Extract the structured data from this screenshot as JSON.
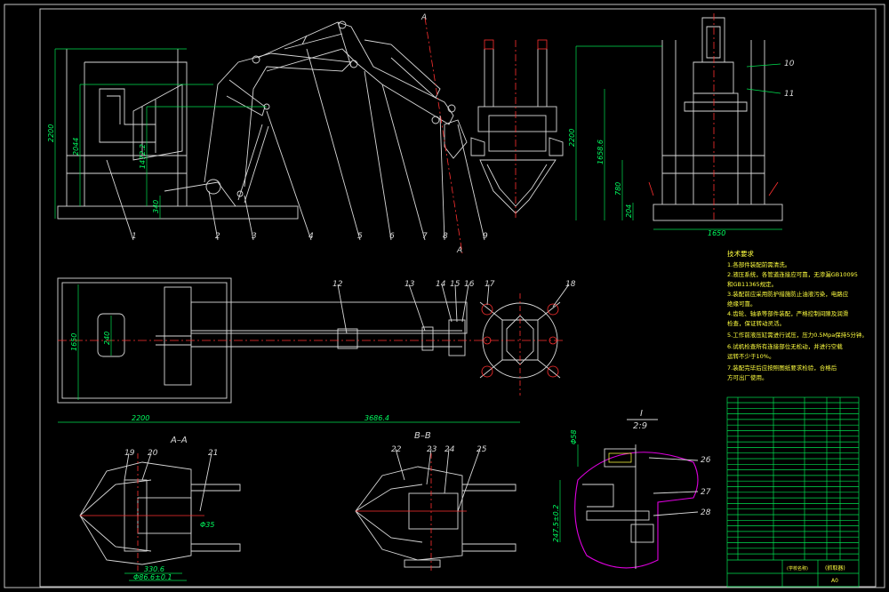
{
  "callouts": [
    "1",
    "2",
    "3",
    "4",
    "5",
    "6",
    "7",
    "8",
    "9",
    "10",
    "11",
    "12",
    "13",
    "14",
    "15",
    "16",
    "17",
    "18",
    "19",
    "20",
    "21",
    "22",
    "23",
    "24",
    "25",
    "26",
    "27",
    "28"
  ],
  "dims": {
    "h2200_left": "2200",
    "h2044": "2044",
    "h1472": "1472.2",
    "h340": "340",
    "h2200_right": "2200",
    "h1658": "1658.6",
    "h780": "780",
    "h204": "204",
    "w1650": "1650",
    "v1650": "1650",
    "v240": "240",
    "w2200": "2200",
    "w3686": "3686.4",
    "d330": "330.6",
    "d486": "Φ86.6±0.1",
    "d435": "Φ35",
    "d2475": "247.5±0.2",
    "d58": "Φ58"
  },
  "sections": {
    "aa_label": "A–A",
    "bb_label": "B–B",
    "detail_top": "I",
    "detail_scale": "2:9",
    "sec_top": "A",
    "sec_bottom": "A"
  },
  "notes": {
    "title": "技术要求",
    "lines": [
      "1.各部件装配前需清洗。",
      "2.液压系统，各管道连接应可靠，无渗漏GB10095",
      "和GB11365规定。",
      "3.装配前应采用防护措施防止油液污染，电路应",
      "绝缘可靠。",
      "4.齿轮、轴承等部件装配，严格控制间隙及润滑",
      "检查，保证转动灵活。",
      "5.工作前液压缸需进行试压，压力0.5Mpa保持5分钟。",
      "6.试机检查所有连接部位无松动，并进行空载",
      "运转不少于10%。",
      "7.装配完毕后应按照图纸要求检验，合格后",
      "方可出厂使用。"
    ]
  },
  "title_block": {
    "drawing_no": "(抓取器)",
    "scale": "A0",
    "company": "(学校名称)"
  },
  "colors": {
    "background": "#000000",
    "outline": "#d8d8d8",
    "dimension": "#00e050",
    "center": "#ff3030",
    "detail": "#e000e0",
    "notes": "#ffff40"
  }
}
